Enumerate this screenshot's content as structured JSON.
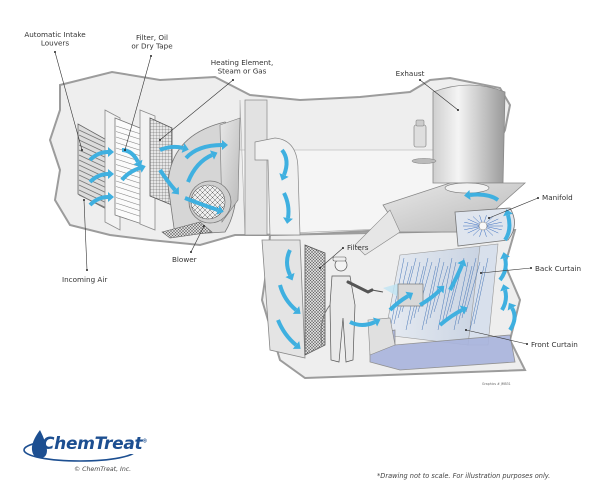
{
  "diagram": {
    "title": "Paint spray booth air handling and water-wash system",
    "labels": {
      "intake_louvers": [
        "Automatic Intake",
        "Louvers"
      ],
      "filter_tape": [
        "Filter, Oil",
        "or Dry Tape"
      ],
      "heating_element": [
        "Heating Element,",
        "Steam or Gas"
      ],
      "exhaust": "Exhaust",
      "manifold": "Manifold",
      "filters": "Filters",
      "back_curtain": "Back Curtain",
      "front_curtain": "Front Curtain",
      "blower": "Blower",
      "incoming_air": "Incoming Air"
    },
    "graphics_id": "Graphics # JMB31",
    "colors": {
      "airflow_arrow": "#3fb0e0",
      "water_basin": "#a9b4dd",
      "wall": "#eeeeee",
      "wall_outline": "#9c9c9c"
    }
  },
  "footer": {
    "logo_text": "ChemTreat",
    "logo_registered": "®",
    "copyright": "© ChemTreat, Inc.",
    "disclaimer": "*Drawing not to scale. For illustration purposes only.",
    "brand_color": "#1d4f91"
  }
}
